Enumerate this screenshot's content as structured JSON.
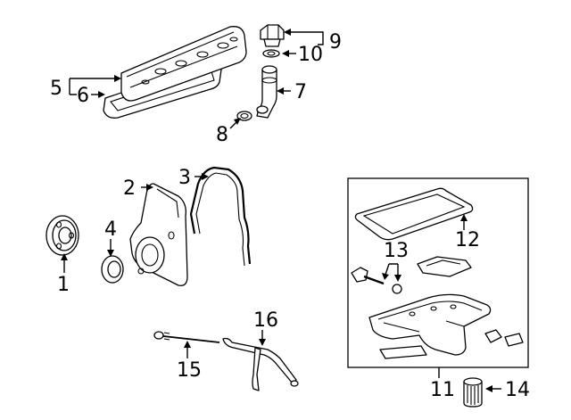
{
  "diagram": {
    "callouts": [
      "1",
      "2",
      "3",
      "4",
      "5",
      "6",
      "7",
      "8",
      "9",
      "10",
      "11",
      "12",
      "13",
      "14",
      "15",
      "16"
    ],
    "parts": [
      "crankshaft-pulley",
      "front-cover",
      "front-cover-gasket",
      "front-seal",
      "valve-cover",
      "valve-cover-gasket",
      "oil-filler-tube",
      "filler-tube-seal",
      "oil-filler-cap",
      "cap-seal",
      "oil-pan-assembly",
      "oil-pan-gasket",
      "oil-pump-screen-and-seal",
      "oil-filter",
      "dipstick",
      "dipstick-tube"
    ]
  }
}
